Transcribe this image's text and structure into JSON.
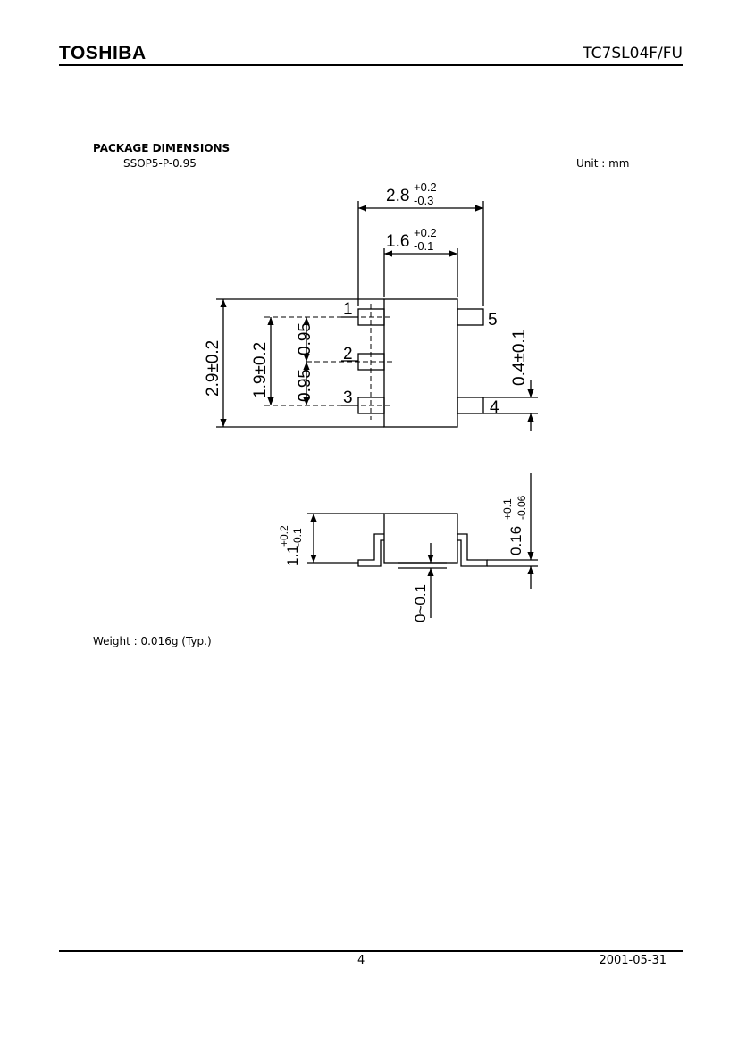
{
  "header": {
    "brand": "TOSHIBA",
    "part_number": "TC7SL04F/FU"
  },
  "section": {
    "title": "PACKAGE  DIMENSIONS",
    "package": "SSOP5-P-0.95",
    "unit": "Unit  :  mm"
  },
  "top_view": {
    "overall_width": "2.8",
    "overall_width_tol_plus": "+0.2",
    "overall_width_tol_minus": "-0.3",
    "body_width": "1.6",
    "body_width_tol_plus": "+0.2",
    "body_width_tol_minus": "-0.1",
    "overall_length": "2.9±0.2",
    "pin_span": "1.9±0.2",
    "pitch_1": "0.95",
    "pitch_2": "0.95",
    "lead_width": "0.4±0.1",
    "pins": [
      "1",
      "2",
      "3",
      "4",
      "5"
    ]
  },
  "side_view": {
    "height": "1.1",
    "height_tol_plus": "+0.2",
    "height_tol_minus": "-0.1",
    "thickness": "0.16",
    "thickness_tol_plus": "+0.1",
    "thickness_tol_minus": "-0.06",
    "standoff": "0~0.1"
  },
  "weight": "Weight  :  0.016g  (Typ.)",
  "footer": {
    "page": "4",
    "date": "2001-05-31"
  }
}
